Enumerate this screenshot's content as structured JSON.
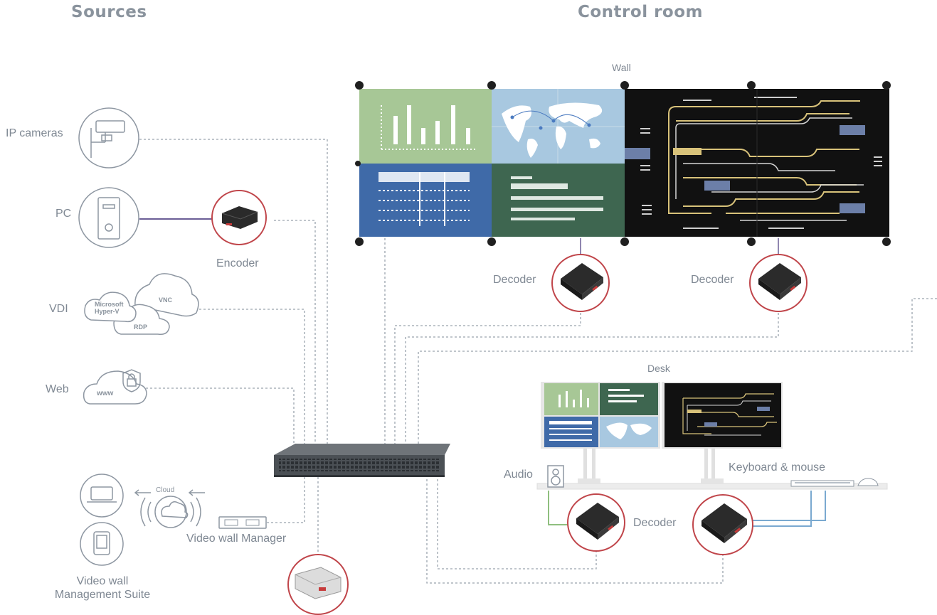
{
  "headers": {
    "sources": "Sources",
    "control_room": "Control room"
  },
  "sources": {
    "ip_cameras": "IP cameras",
    "pc": "PC",
    "vdi": "VDI",
    "web": "Web",
    "encoder": "Encoder",
    "vdi_clouds": {
      "microsoft": "Microsoft",
      "hyperv": "Hyper-V",
      "vnc": "VNC",
      "rdp": "RDP"
    },
    "web_cloud": "www",
    "cloud": "Cloud",
    "video_wall_manager": "Video wall Manager",
    "management_suite_line1": "Video wall",
    "management_suite_line2": "Management Suite"
  },
  "control_room": {
    "wall": "Wall",
    "decoder_left": "Decoder",
    "decoder_right": "Decoder",
    "desk": "Desk",
    "audio": "Audio",
    "keyboard_mouse": "Keyboard & mouse",
    "desk_decoder": "Decoder"
  },
  "colors": {
    "accent_red": "#c0454a",
    "line_gray": "#9aa3ad",
    "line_purple": "#6b5e96",
    "line_green": "#8fbf7f",
    "line_blue": "#7aa9d0",
    "panel_green": "#a7c796",
    "panel_lightblue": "#a8c8e0",
    "panel_blue": "#3f6aa8",
    "panel_darkgreen": "#3e6650",
    "panel_black": "#111111",
    "track_yellow": "#d8c27a"
  },
  "icons": [
    "camera-icon",
    "pc-icon",
    "cloud-icon",
    "lock-icon",
    "laptop-icon",
    "tablet-icon",
    "wifi-icon",
    "encoder-device",
    "decoder-device",
    "network-switch",
    "speaker-icon",
    "keyboard-icon",
    "mouse-icon"
  ]
}
